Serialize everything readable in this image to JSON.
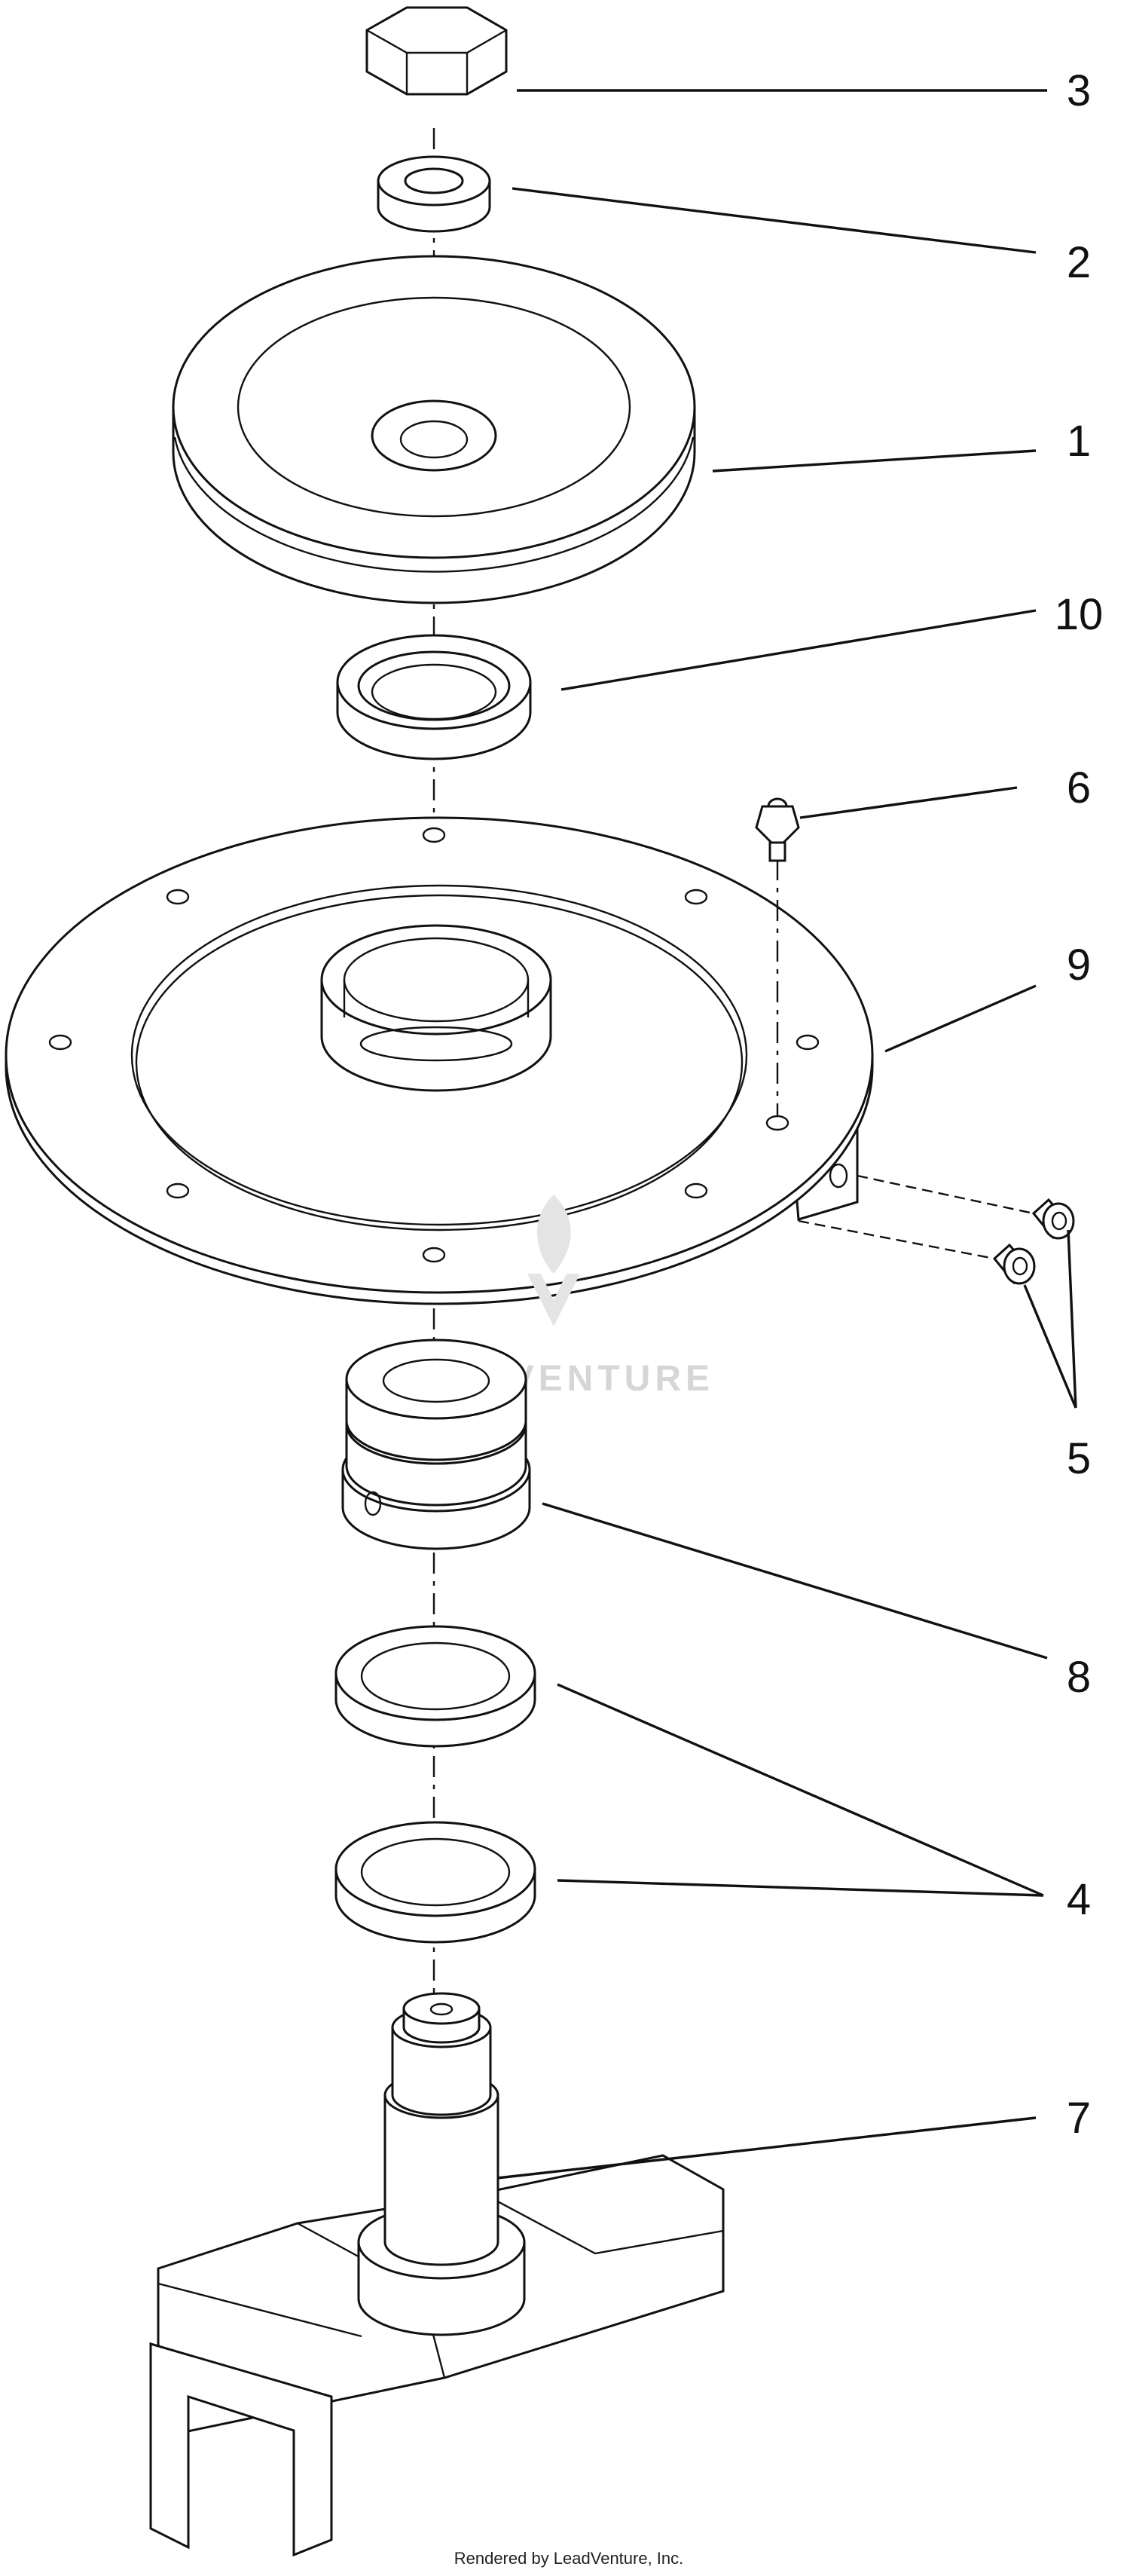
{
  "callouts": [
    {
      "id": "3",
      "label": "3"
    },
    {
      "id": "2",
      "label": "2"
    },
    {
      "id": "1",
      "label": "1"
    },
    {
      "id": "10",
      "label": "10"
    },
    {
      "id": "6",
      "label": "6"
    },
    {
      "id": "9",
      "label": "9"
    },
    {
      "id": "5",
      "label": "5"
    },
    {
      "id": "8",
      "label": "8"
    },
    {
      "id": "4",
      "label": "4"
    },
    {
      "id": "7",
      "label": "7"
    }
  ],
  "watermark": {
    "text": "LEADVENTURE"
  },
  "footer": {
    "text": "Rendered by LeadVenture, Inc."
  },
  "colors": {
    "ink": "#111111",
    "background": "#ffffff",
    "watermark": "#d6d6d6"
  }
}
